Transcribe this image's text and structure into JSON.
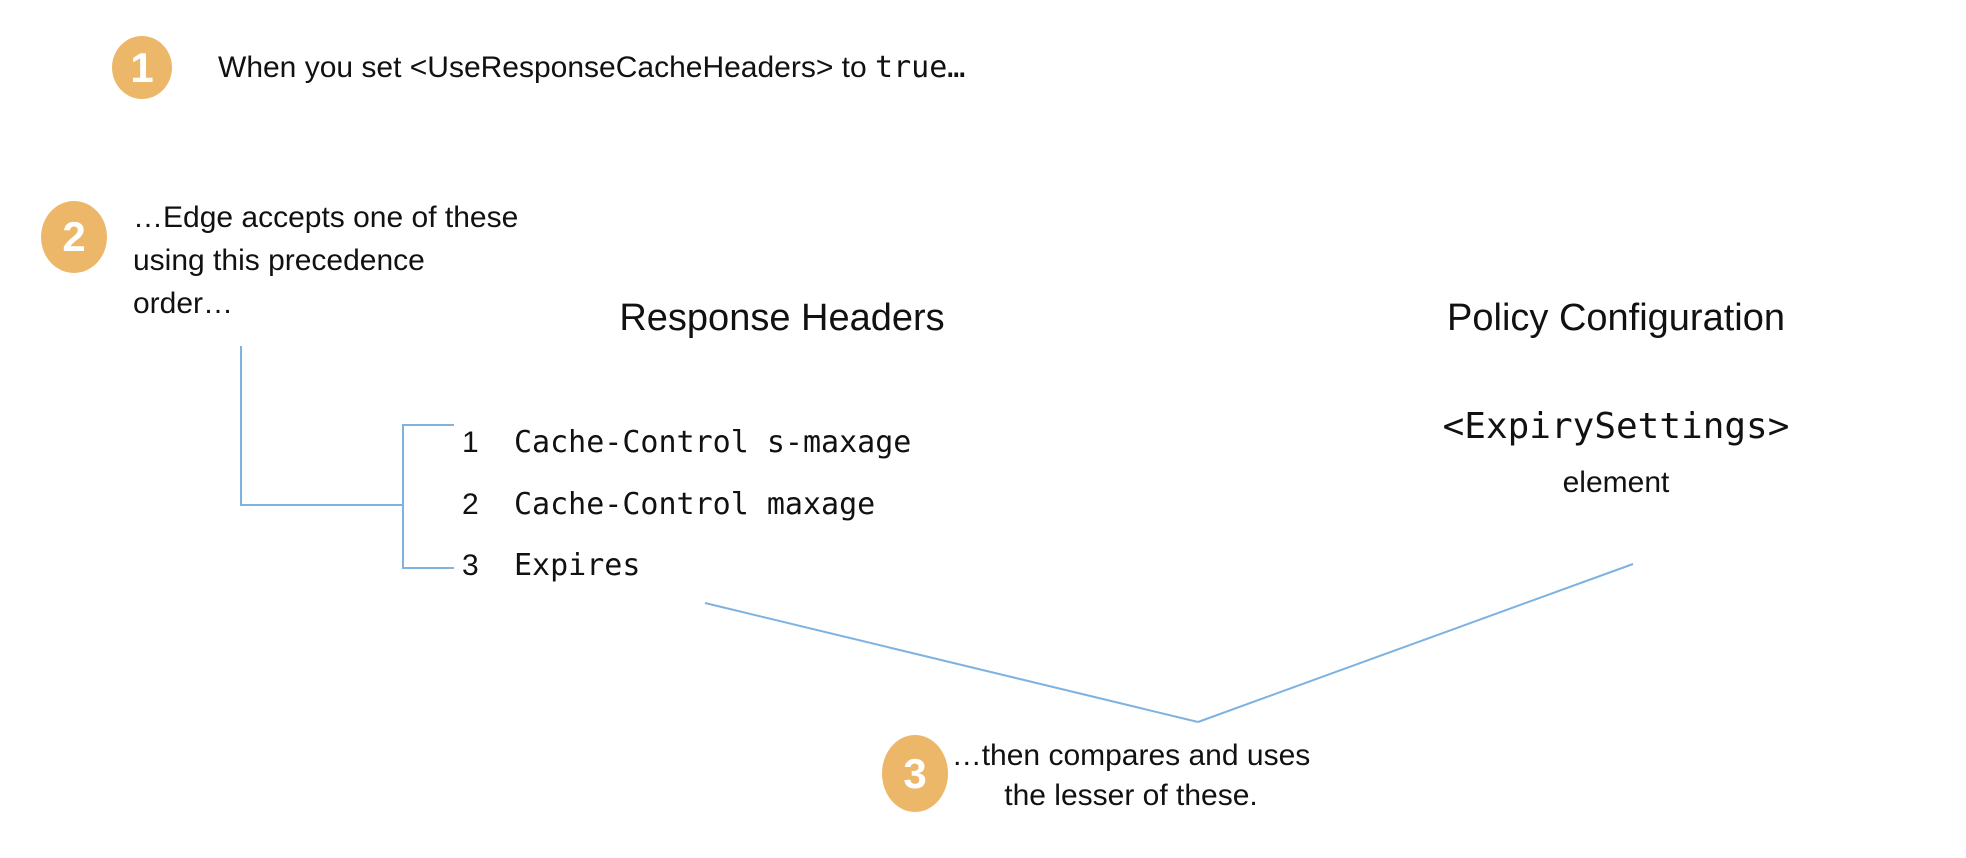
{
  "colors": {
    "badge_fill": "#edb76a",
    "badge_number": "#ffffff",
    "connector_line": "#7eb2e0",
    "text": "#111111",
    "background": "#ffffff"
  },
  "steps": [
    {
      "number": "1",
      "text_before": "When you set <UseResponseCacheHeaders> to ",
      "code": "true…"
    },
    {
      "number": "2",
      "lines": [
        "…Edge accepts one of these",
        "using this precedence",
        "order…"
      ]
    },
    {
      "number": "3",
      "lines": [
        "…then compares and uses",
        "the lesser of these."
      ]
    }
  ],
  "columns": {
    "response_headers": {
      "title": "Response Headers",
      "items": [
        {
          "rank": "1",
          "name": "Cache-Control s-maxage"
        },
        {
          "rank": "2",
          "name": "Cache-Control maxage"
        },
        {
          "rank": "3",
          "name": "Expires"
        }
      ]
    },
    "policy_configuration": {
      "title": "Policy Configuration",
      "code": "<ExpirySettings>",
      "caption": "element"
    }
  }
}
